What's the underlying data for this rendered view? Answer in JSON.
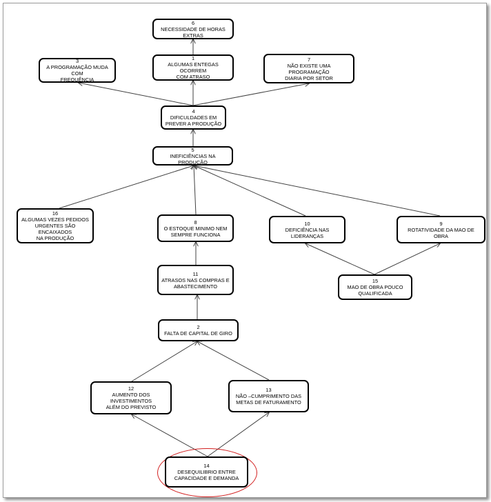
{
  "nodes": [
    {
      "id": "6",
      "lines": "NECESSIDADE DE HORAS EXTRAS"
    },
    {
      "id": "1",
      "lines": "ALGUMAS ENTEGAS OCORREM\nCOM ATRASO"
    },
    {
      "id": "3",
      "lines": "A PROGRAMAÇÃO MUDA COM\nFREQUÊNCIA"
    },
    {
      "id": "7",
      "lines": "NÃO EXISTE UMA PROGRAMAÇÃO\nDIARIA POR SETOR"
    },
    {
      "id": "4",
      "lines": "DIFICULDADES  EM\nPREVER A PRODUÇÃO"
    },
    {
      "id": "5",
      "lines": "INEFICIÊNCIAS NA PRODUÇÃO"
    },
    {
      "id": "16",
      "lines": "ALGUMAS VEZES PEDIDOS\nURGENTES SÃO ENCAIXADOS\nNA PRODUÇÃO"
    },
    {
      "id": "8",
      "lines": "O ESTOQUE MINIMO NEM\nSEMPRE FUNCIONA"
    },
    {
      "id": "10",
      "lines": "DEFICIÊNCIA NAS LIDERANÇAS"
    },
    {
      "id": "9",
      "lines": "ROTATIVIDADE DA MAO DE OBRA"
    },
    {
      "id": "11",
      "lines": "ATRASOS NAS COMPRAS E\nABASTECIMENTO"
    },
    {
      "id": "15",
      "lines": "MAO DE OBRA POUCO\nQUALIFICADA"
    },
    {
      "id": "2",
      "lines": "FALTA DE CAPITAL DE GIRO"
    },
    {
      "id": "12",
      "lines": "AUMENTO DOS INVESTIMENTOS\nALÉM DO PREVISTO"
    },
    {
      "id": "13",
      "lines": "NÃO –CUMPRIMENTO DAS\nMETAS DE FATURAMENTO"
    },
    {
      "id": "14",
      "lines": "DESEQUILIBRIO ENTRE\nCAPACIDADE E DEMANDA"
    }
  ],
  "edges": [
    {
      "from": "1",
      "to": "6"
    },
    {
      "from": "4",
      "to": "1"
    },
    {
      "from": "4",
      "to": "3"
    },
    {
      "from": "4",
      "to": "7"
    },
    {
      "from": "5",
      "to": "4"
    },
    {
      "from": "16",
      "to": "5"
    },
    {
      "from": "8",
      "to": "5"
    },
    {
      "from": "10",
      "to": "5"
    },
    {
      "from": "9",
      "to": "5"
    },
    {
      "from": "11",
      "to": "8"
    },
    {
      "from": "15",
      "to": "10"
    },
    {
      "from": "15",
      "to": "9"
    },
    {
      "from": "2",
      "to": "11"
    },
    {
      "from": "12",
      "to": "2"
    },
    {
      "from": "13",
      "to": "2"
    },
    {
      "from": "14",
      "to": "12"
    },
    {
      "from": "14",
      "to": "13"
    }
  ],
  "highlighted_node": "14",
  "colors": {
    "node_border": "#000000",
    "edge": "#404040",
    "highlight": "#d21f1f"
  }
}
